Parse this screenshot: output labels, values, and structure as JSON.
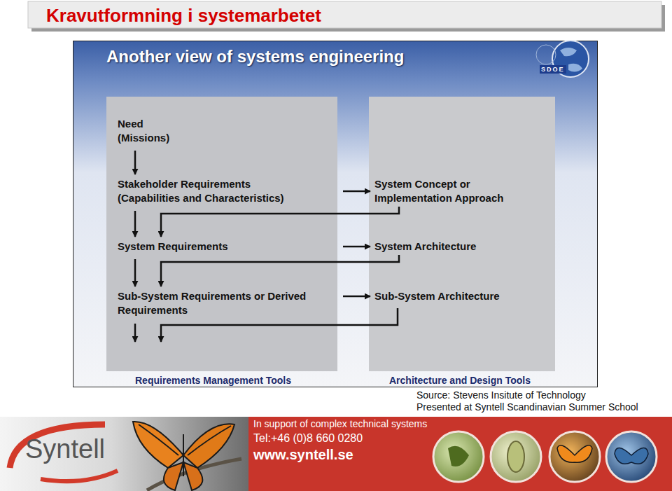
{
  "diagram": {
    "title": "Kravutformning i systemarbetet",
    "nodes": [
      {
        "text": [
          "Requirements Management Tools"
        ]
      },
      {
        "text": [
          "Need (Missions)"
        ],
        "in": 0
      },
      {
        "text": [
          "Stakeholder Requirements (Capabilities and Characteristics)"
        ],
        "in": 0
      },
      {
        "text": [
          "System Requirements"
        ],
        "in": 0
      },
      {
        "text": [
          "Sub-System Requirements or Derived Requirements"
        ],
        "in": 0
      },
      {
        "text": [
          "Architecture and Design Tools"
        ]
      },
      {
        "text": [
          "System Concept or Implementation Approach"
        ],
        "in": 5
      },
      {
        "text": [
          "System Architecture"
        ],
        "in": 5
      },
      {
        "text": [
          "Sub-System Architecture"
        ],
        "in": 5
      }
    ],
    "edges": [
      {
        "from": 1,
        "to": 2,
        "arrow": "to"
      },
      {
        "from": 2,
        "to": 6,
        "arrow": "to"
      },
      {
        "from": 2,
        "to": 3,
        "arrow": "to"
      },
      {
        "from": 6,
        "to": 3,
        "arrow": "to"
      },
      {
        "from": 3,
        "to": 7,
        "arrow": "to"
      },
      {
        "from": 3,
        "to": 4,
        "arrow": "to"
      },
      {
        "from": 7,
        "to": 4,
        "arrow": "to"
      },
      {
        "from": 4,
        "to": 8,
        "arrow": "to"
      }
    ],
    "labels": [
      "Another view of systems engineering",
      "SDOE",
      "Source: Stevens Insitute of Technology",
      "Presented at Syntell Scandinavian Summer School",
      "Syntell",
      "In support of complex technical systems",
      "Tel:+46 (0)8 660 0280",
      "www.syntell.se"
    ]
  }
}
